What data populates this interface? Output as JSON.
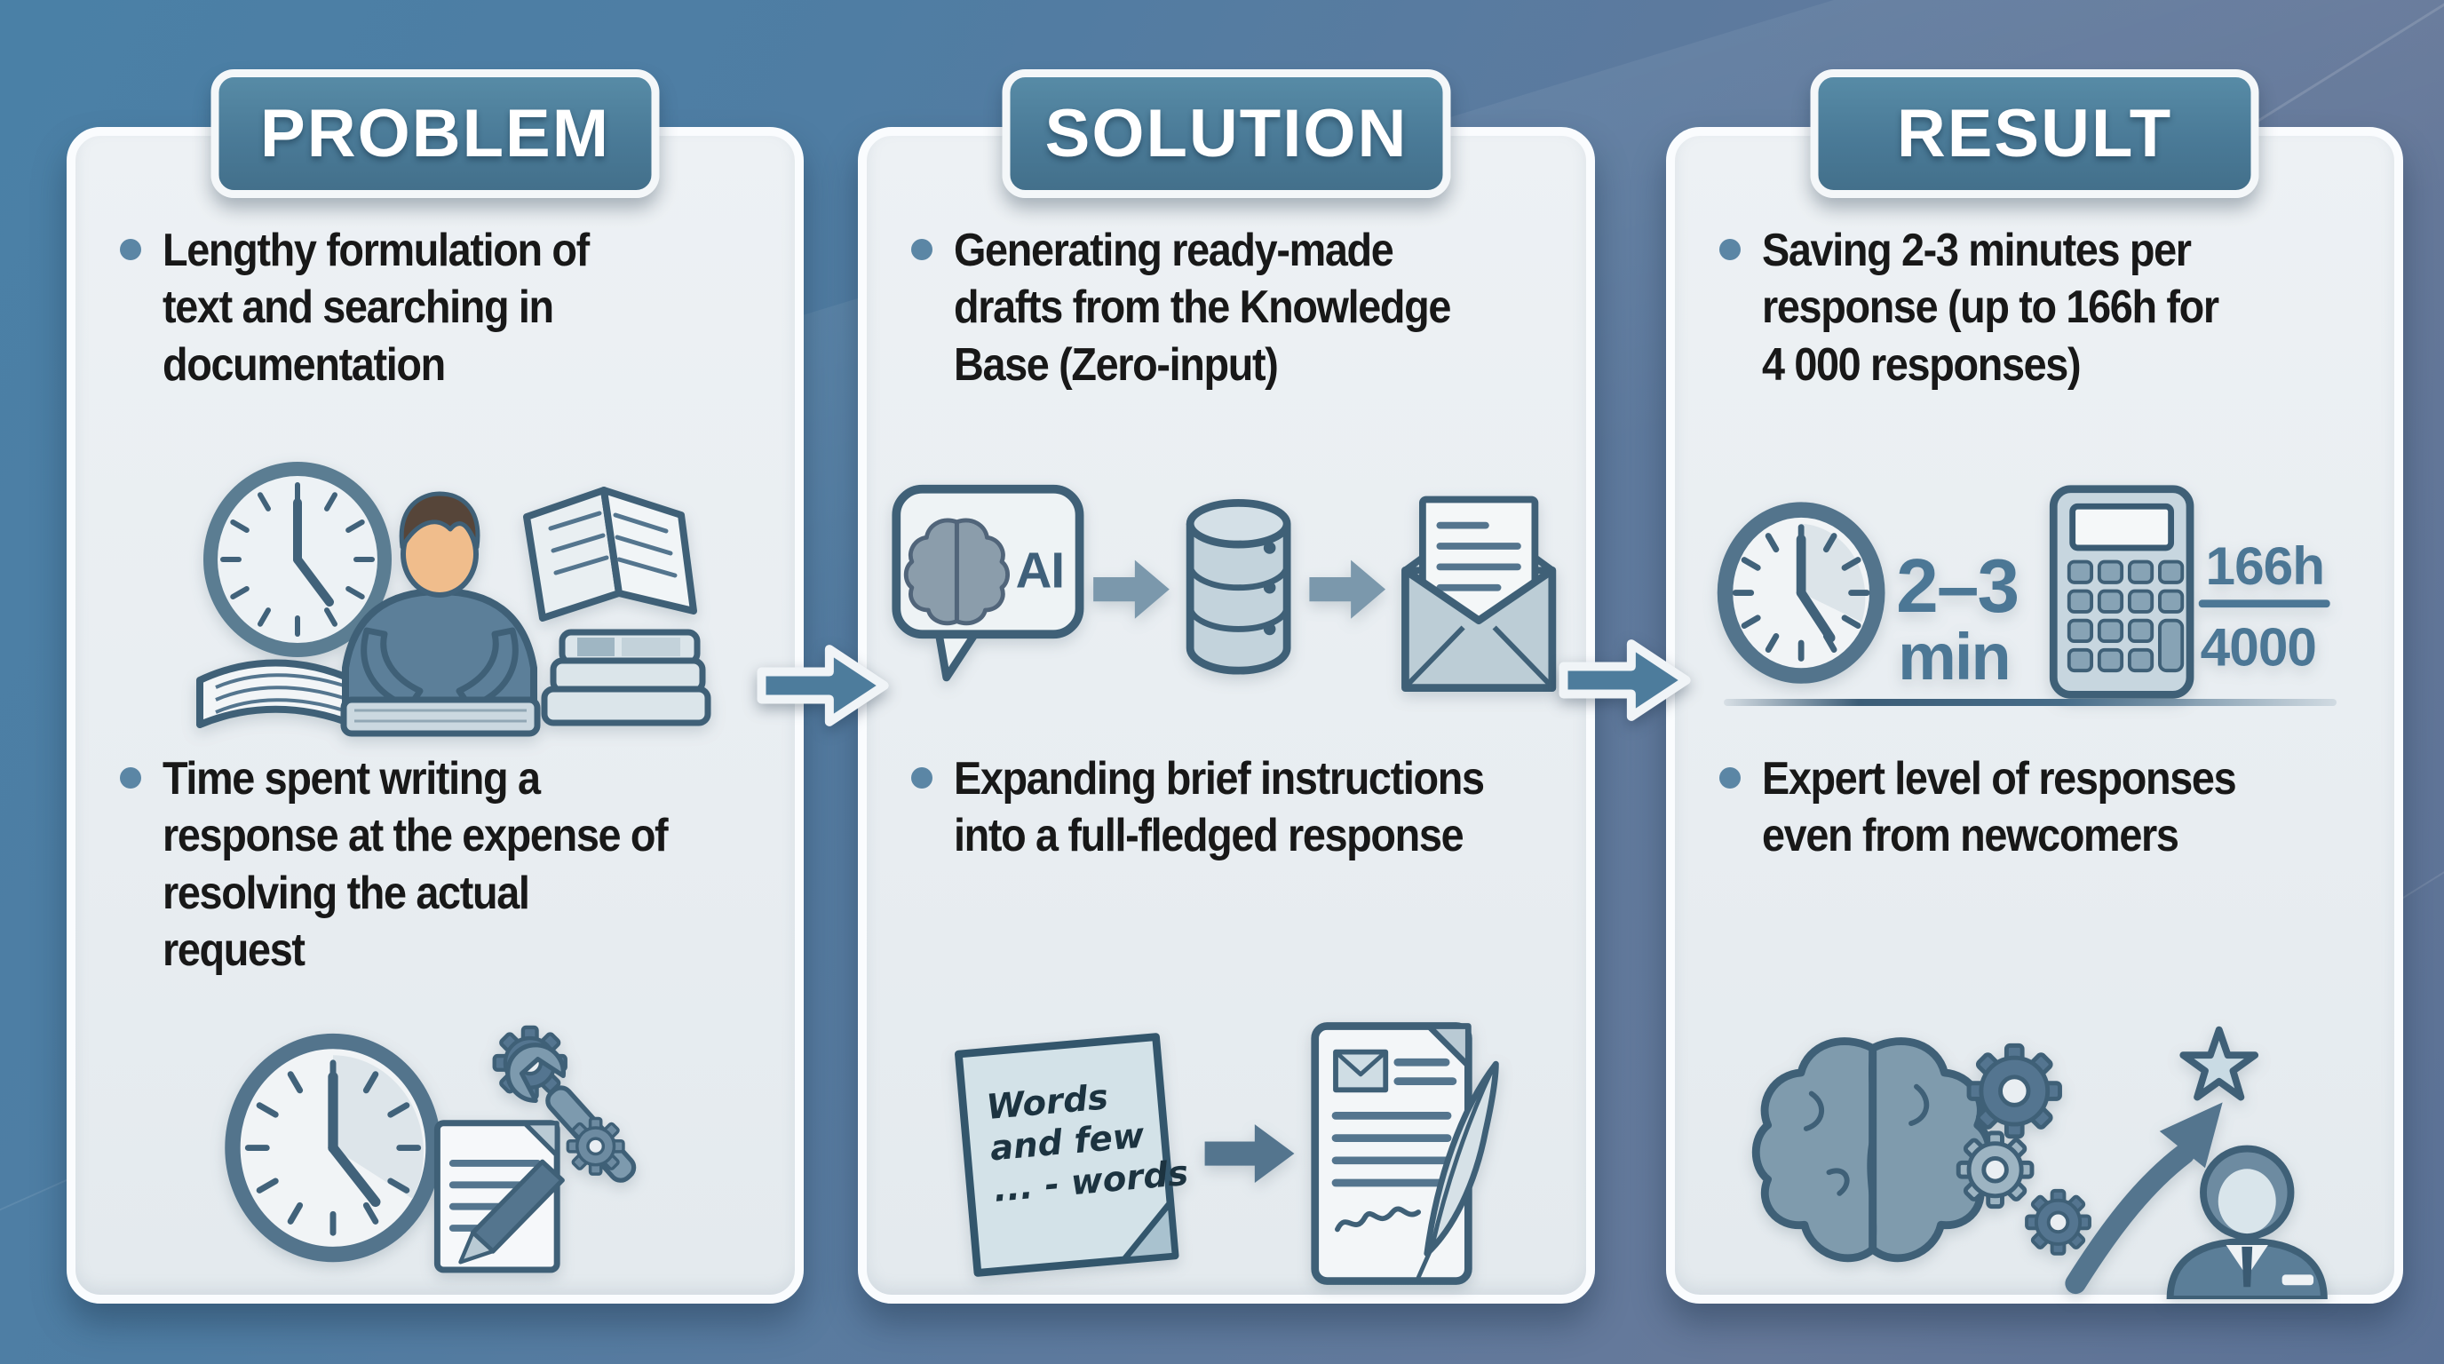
{
  "title": "Problem Solution Result infographic",
  "colors": {
    "background_start": "#4a80a6",
    "background_end": "#5b7296",
    "card_bg": "#e8edf1",
    "card_border": "#fafcfe",
    "badge_bg": "#4a7a97",
    "badge_text": "#ffffff",
    "bullet_dot": "#5b86a5",
    "body_text": "#181818",
    "icon_stroke": "#3f6077",
    "icon_accent_text": "#4c7795",
    "flow_arrow_fill": "#4d7c9c"
  },
  "columns": [
    {
      "header": "PROBLEM",
      "bullets": [
        {
          "lines": [
            "Lengthy formulation of",
            "text and searching in",
            "documentation"
          ]
        },
        {
          "lines": [
            "Time spent writing a",
            "response at the expense of",
            "resolving the actual",
            "request"
          ]
        }
      ]
    },
    {
      "header": "SOLUTION",
      "bullets": [
        {
          "lines": [
            "Generating ready-made",
            "drafts from the Knowledge",
            "Base (Zero-input)"
          ]
        },
        {
          "lines": [
            "Expanding brief instructions",
            "into a full-fledged response"
          ]
        }
      ],
      "ai_label": "AI",
      "sticky_note_lines": [
        "Words",
        "and few",
        "... - words"
      ]
    },
    {
      "header": "RESULT",
      "bullets": [
        {
          "lines": [
            "Saving 2-3 minutes per",
            "response (up to 166h for",
            "4 000 responses)"
          ]
        },
        {
          "lines": [
            "Expert level of responses",
            "even from newcomers"
          ]
        }
      ],
      "figures": {
        "minutes_range": "2–3",
        "minutes_unit": "min",
        "hours_saved": "166h",
        "responses_count": "4000"
      }
    }
  ]
}
